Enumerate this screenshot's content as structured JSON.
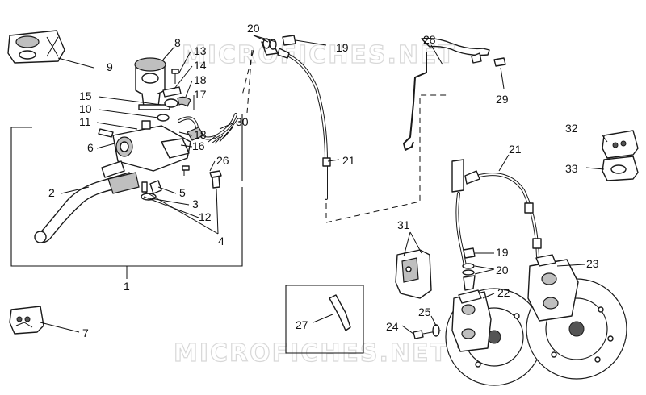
{
  "watermark": "MICROFICHES.NET",
  "callouts": [
    "1",
    "2",
    "3",
    "4",
    "5",
    "6",
    "7",
    "8",
    "9",
    "10",
    "11",
    "12",
    "13",
    "14",
    "15",
    "16",
    "17",
    "18",
    "19",
    "20",
    "21",
    "22",
    "23",
    "24",
    "25",
    "26",
    "27",
    "28",
    "29",
    "30",
    "31",
    "32",
    "33"
  ]
}
